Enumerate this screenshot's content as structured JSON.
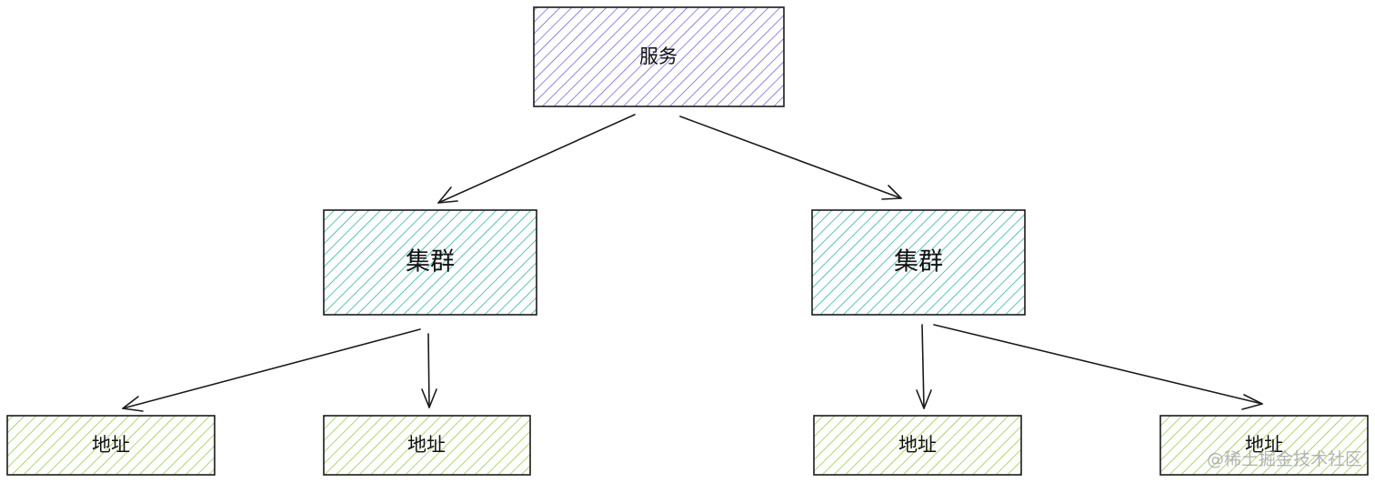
{
  "colors": {
    "service_hatch": "#6a52d6",
    "cluster_hatch": "#1fa98a",
    "address_hatch": "#8fc23a",
    "line": "#1a1a1a"
  },
  "nodes": {
    "service": {
      "label": "服务"
    },
    "cluster_left": {
      "label": "集群"
    },
    "cluster_right": {
      "label": "集群"
    },
    "address_1": {
      "label": "地址"
    },
    "address_2": {
      "label": "地址"
    },
    "address_3": {
      "label": "地址"
    },
    "address_4": {
      "label": "地址"
    }
  },
  "watermark": "@稀土掘金技术社区"
}
